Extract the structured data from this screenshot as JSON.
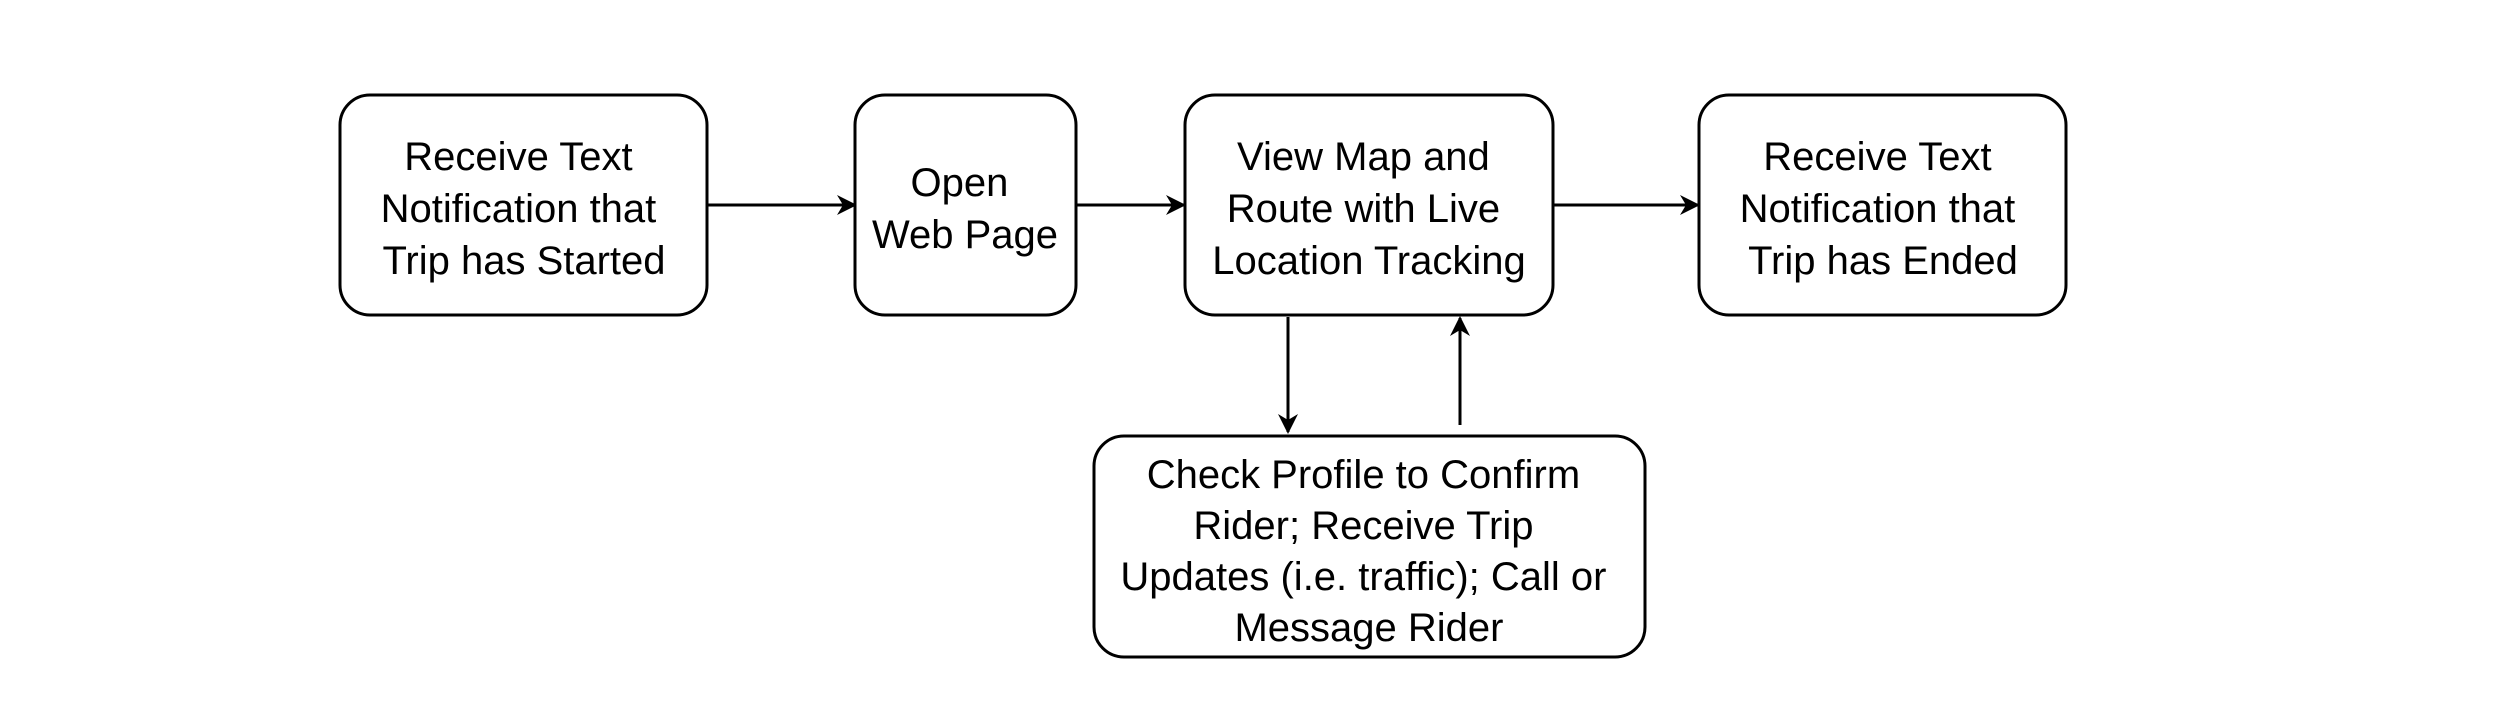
{
  "diagram": {
    "nodes": [
      {
        "id": "receive-start",
        "lines": [
          "Receive Text",
          "Notification that",
          "Trip has Started"
        ]
      },
      {
        "id": "open-web",
        "lines": [
          "Open",
          "Web Page"
        ]
      },
      {
        "id": "view-map",
        "lines": [
          "View Map and",
          "Route with Live",
          "Location Tracking"
        ]
      },
      {
        "id": "receive-end",
        "lines": [
          "Receive Text",
          "Notification that",
          "Trip has Ended"
        ]
      },
      {
        "id": "check-profile",
        "lines": [
          "Check Profile to Confirm",
          "Rider; Receive Trip",
          "Updates (i.e. traffic); Call or",
          "Message Rider"
        ]
      }
    ],
    "edges": [
      {
        "from": "receive-start",
        "to": "open-web"
      },
      {
        "from": "open-web",
        "to": "view-map"
      },
      {
        "from": "view-map",
        "to": "receive-end"
      },
      {
        "from": "view-map",
        "to": "check-profile"
      },
      {
        "from": "check-profile",
        "to": "view-map"
      }
    ],
    "stroke_color": "#000000",
    "fill_color": "#ffffff"
  }
}
